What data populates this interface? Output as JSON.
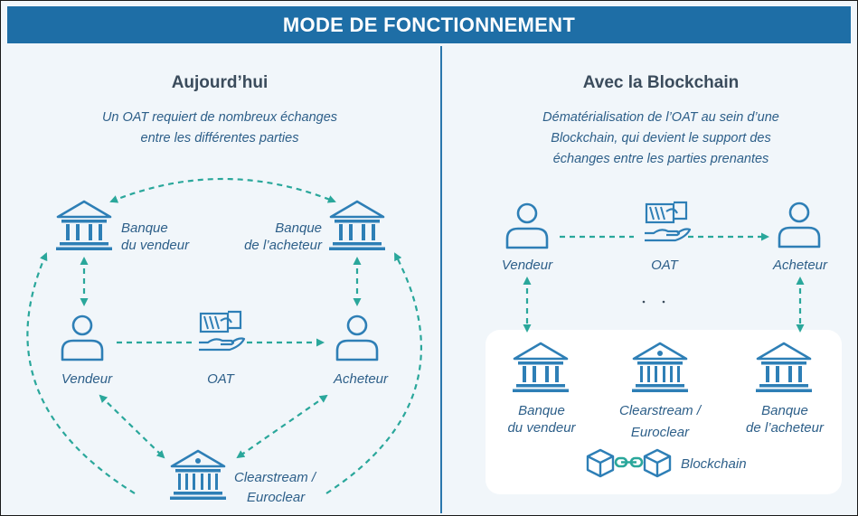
{
  "header": {
    "title": "MODE DE FONCTIONNEMENT"
  },
  "left": {
    "title": "Aujourd’hui",
    "subtitle": [
      "Un OAT requiert de nombreux échanges",
      "entre les différentes parties"
    ],
    "labels": {
      "bank_seller": [
        "Banque",
        "du vendeur"
      ],
      "bank_buyer": [
        "Banque",
        "de l’acheteur"
      ],
      "seller": "Vendeur",
      "asset": "OAT",
      "buyer": "Acheteur",
      "clearing": [
        "Clearstream /",
        "Euroclear"
      ]
    }
  },
  "right": {
    "title": "Avec la Blockchain",
    "subtitle": [
      "Dématérialisation de l’OAT au sein d’une",
      "Blockchain, qui devient le support des",
      "échanges entre les parties prenantes"
    ],
    "labels": {
      "seller": "Vendeur",
      "asset": "OAT",
      "buyer": "Acheteur",
      "bank_seller": [
        "Banque",
        "du vendeur"
      ],
      "clearing": [
        "Clearstream /",
        "Euroclear"
      ],
      "bank_buyer": [
        "Banque",
        "de l’acheteur"
      ],
      "blockchain": "Blockchain"
    }
  },
  "colors": {
    "header_bg": "#1e6ea6",
    "icon": "#2e7fb6",
    "arrow": "#2aa79b",
    "text": "#2d5f89",
    "background": "#f1f6fa"
  },
  "icons": [
    "bank-icon",
    "person-icon",
    "banknote-hand-icon",
    "blockchain-cubes-icon"
  ]
}
